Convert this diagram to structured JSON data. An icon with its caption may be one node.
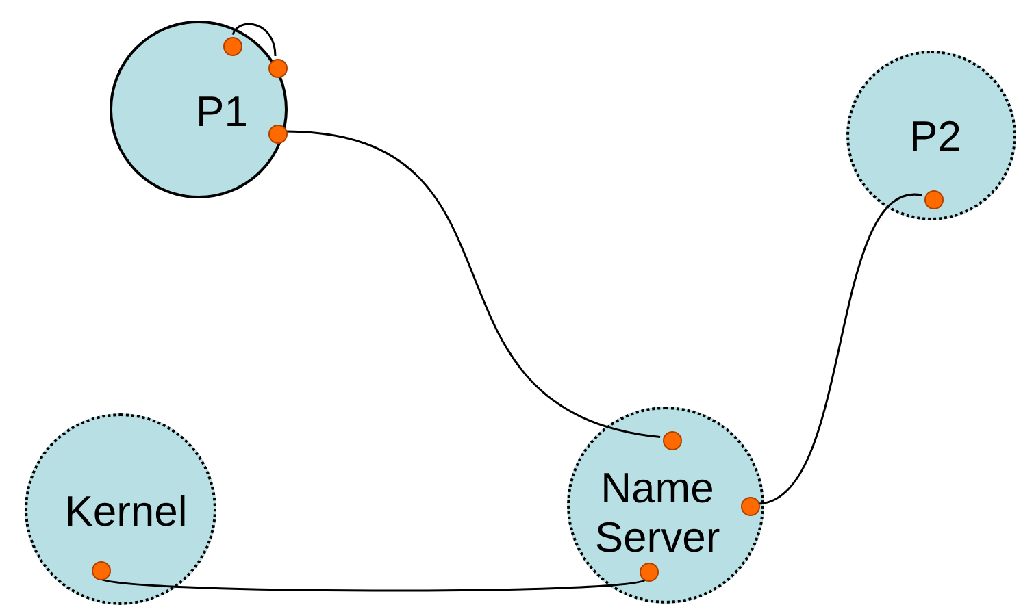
{
  "diagram": {
    "nodes": [
      {
        "text": [
          "P1"
        ]
      },
      {
        "text": [],
        "shape": "circle",
        "in": 0
      },
      {
        "text": [],
        "shape": "circle",
        "in": 0
      },
      {
        "text": [],
        "shape": "circle",
        "in": 0
      },
      {
        "text": [
          "P2"
        ]
      },
      {
        "text": [],
        "shape": "circle",
        "in": 4
      },
      {
        "text": [
          "Kernel"
        ]
      },
      {
        "text": [],
        "shape": "circle",
        "in": 6
      },
      {
        "text": [
          "Name Server"
        ]
      },
      {
        "text": [],
        "shape": "circle",
        "in": 8
      },
      {
        "text": [],
        "shape": "circle",
        "in": 8
      },
      {
        "text": [],
        "shape": "circle",
        "in": 8
      }
    ],
    "edges": [
      {
        "from": 1,
        "to": 2,
        "arrow": "none"
      },
      {
        "from": 3,
        "to": 9,
        "arrow": "none"
      },
      {
        "from": 10,
        "to": 5,
        "arrow": "none"
      },
      {
        "from": 7,
        "to": 11,
        "arrow": "none"
      }
    ]
  }
}
